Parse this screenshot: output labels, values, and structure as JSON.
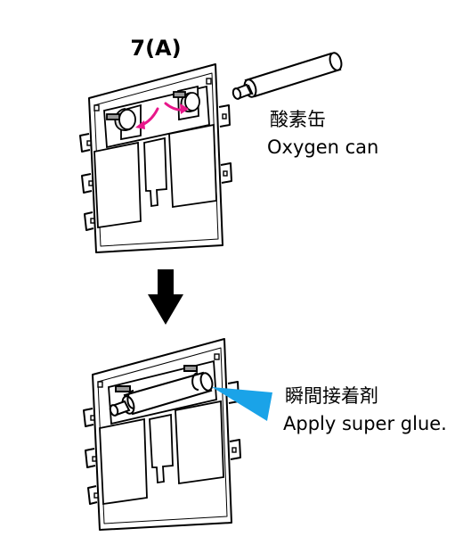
{
  "step": {
    "label": "7(A)"
  },
  "part": {
    "name_jp": "酸素缶",
    "name_en": "Oxygen can"
  },
  "glue": {
    "label_jp": "瞬間接着剤",
    "label_en": "Apply super glue."
  },
  "colors": {
    "arrow_accent": "#e8178a",
    "glue_blue": "#1aa3e8",
    "line": "#000000"
  }
}
